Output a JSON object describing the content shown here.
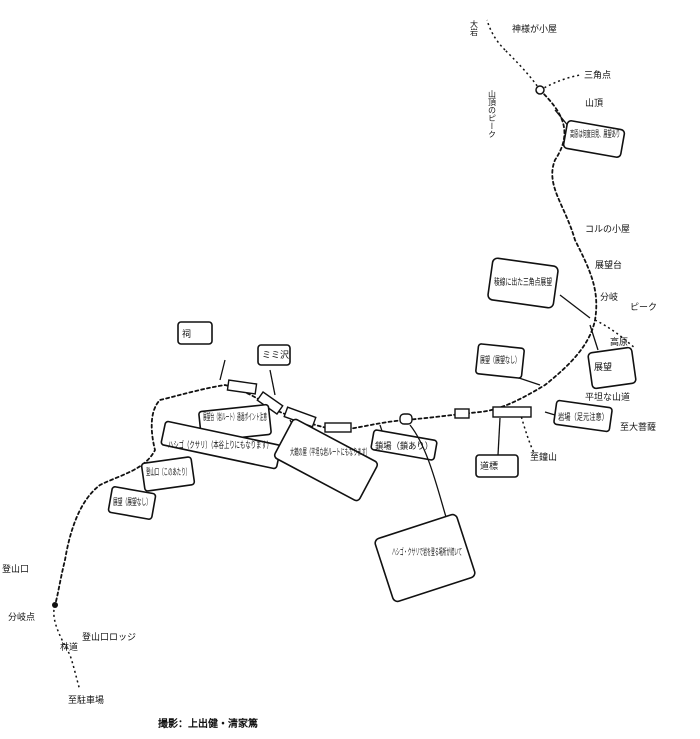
{
  "map": {
    "caption": "撮影：上出健・清家篤",
    "callouts": [
      {
        "id": "c1",
        "text": "高原は何度目見、展望あり"
      },
      {
        "id": "c2",
        "text": "祠"
      },
      {
        "id": "c3",
        "text": "ミミ沢"
      },
      {
        "id": "c4",
        "text": "展望台（岩ルート）通過ポイント注意"
      },
      {
        "id": "c5",
        "text": "ハシゴ（クサリ）（本谷上りにもなります）"
      },
      {
        "id": "c6",
        "text": "大鏡の屋（平坦な岩ルートにもなります）"
      },
      {
        "id": "c7",
        "text": "登山口（このあたり）"
      },
      {
        "id": "c8",
        "text": "展望（展望なし）"
      },
      {
        "id": "c9",
        "text": "鎖場（鎖あり）"
      },
      {
        "id": "c10",
        "text": "ハシゴ・クサリで岩を登る場所が続いて"
      },
      {
        "id": "c11",
        "text": "展望（展望なし）"
      },
      {
        "id": "c12",
        "text": "展望"
      },
      {
        "id": "c13",
        "text": "稜線に出た三角点展望"
      },
      {
        "id": "c14",
        "text": "岩場（足元注意）"
      },
      {
        "id": "c15",
        "text": "道標"
      }
    ],
    "labels": {
      "top_a": "大岩",
      "top_b": "神様が小屋",
      "top_c": "三角点",
      "top_d": "山頂",
      "top_e": "山頂のピーク",
      "left_a": "登山口",
      "left_b": "分岐点",
      "left_c": "林道",
      "left_d": "登山口ロッジ",
      "bottom_a": "至駐車場",
      "mid_a": "コルの小屋",
      "mid_b": "展望台",
      "mid_c": "至鐘山",
      "right_a": "ピーク",
      "right_b": "平坦な山道",
      "right_c": "高原",
      "right_d": "分岐",
      "right_e": "至大菩薩"
    }
  }
}
